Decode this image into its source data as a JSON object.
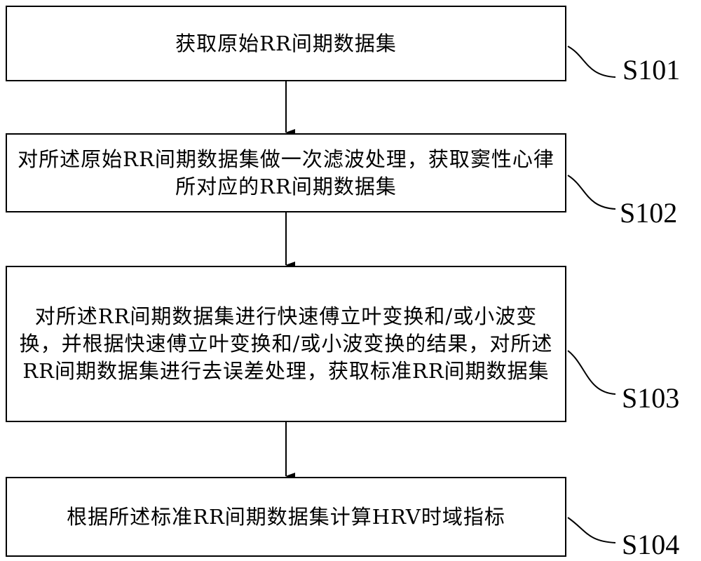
{
  "steps": [
    {
      "id": "S101",
      "label": "S101",
      "text": "获取原始RR间期数据集"
    },
    {
      "id": "S102",
      "label": "S102",
      "text": "对所述原始RR间期数据集做一次滤波处理，获取窦性心律所对应的RR间期数据集"
    },
    {
      "id": "S103",
      "label": "S103",
      "text": "对所述RR间期数据集进行快速傅立叶变换和/或小波变换，并根据快速傅立叶变换和/或小波变换的结果，对所述RR间期数据集进行去误差处理，获取标准RR间期数据集"
    },
    {
      "id": "S104",
      "label": "S104",
      "text": "根据所述标准RR间期数据集计算HRV时域指标"
    }
  ],
  "colors": {
    "stroke": "#000000",
    "background": "#ffffff"
  }
}
